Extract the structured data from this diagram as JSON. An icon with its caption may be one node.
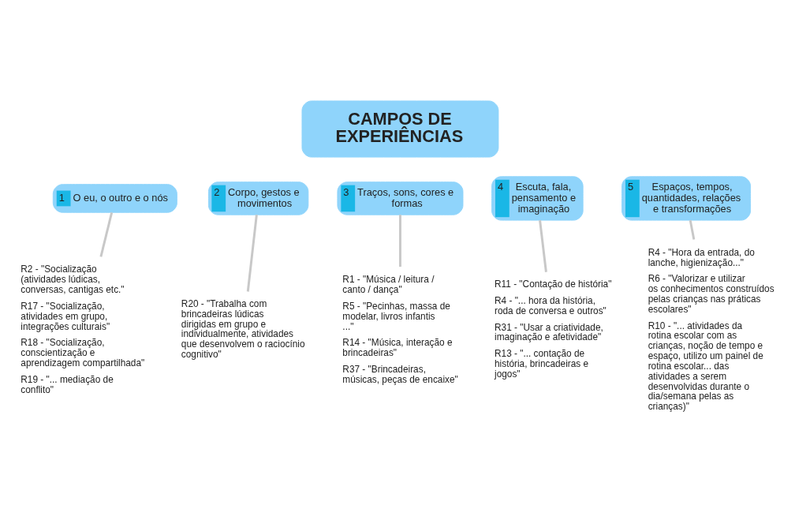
{
  "diagram": {
    "nodes": [
      {
        "text": [
          "CAMPOS DE EXPERIÊNCIAS"
        ]
      },
      {
        "text": [
          "1",
          "O eu, o outro e o nós"
        ]
      },
      {
        "text": [
          "2",
          "Corpo, gestos e movimentos"
        ]
      },
      {
        "text": [
          "3",
          "Traços, sons, cores e formas"
        ]
      },
      {
        "text": [
          "4",
          "Escuta, fala, pensamento e imaginação"
        ]
      },
      {
        "text": [
          "5",
          "Espaços, tempos, quantidades, relações e transformações"
        ]
      },
      {
        "text": [
          "R2 - \"Socialização (atividades lúdicas, conversas, cantigas etc.\"",
          "R17 - \"Socialização, atividades em grupo, integrações culturais\"",
          "R18 - \"Socialização, conscientização e aprendizagem compartilhada\"",
          "R19 - \"... mediação de conflito\""
        ]
      },
      {
        "text": [
          "R20 - \"Trabalha com brincadeiras lúdicas dirigidas em grupo e individualmente, atividades que desenvolvem o raciocínio cognitivo\""
        ]
      },
      {
        "text": [
          "R1 - \"Música / leitura / canto / dança\"",
          "R5 - \"Pecinhas, massa de modelar, livros infantis ...\"",
          "R14 - \"Música, interação e brincadeiras\"",
          "R37 - \"Brincadeiras, músicas, peças de encaixe\""
        ]
      },
      {
        "text": [
          "R11 - \"Contação de história\"",
          "R4 - \"... hora da história, roda de conversa e outros\"",
          "R31 - \"Usar a criatividade, imaginação e afetividade\"",
          "R13 - \"... contação de história, brincadeiras e jogos\""
        ]
      },
      {
        "text": [
          "R4 - \"Hora da entrada, do lanche, higienização...\"",
          "R6 - \"Valorizar e utilizar os conhecimentos construídos pelas crianças nas práticas escolares\"",
          "R10 - \"... atividades da rotina escolar com as crianças, noção de tempo e espaço, utilizo um painel de rotina escolar... das atividades a serem desenvolvidas durante o dia/semana pelas as crianças)\""
        ]
      }
    ],
    "edges": [
      {
        "from": 1,
        "to": 6,
        "arrow": "none"
      },
      {
        "from": 2,
        "to": 7,
        "arrow": "none"
      },
      {
        "from": 3,
        "to": 8,
        "arrow": "none"
      },
      {
        "from": 4,
        "to": 9,
        "arrow": "none"
      },
      {
        "from": 5,
        "to": 10,
        "arrow": "none"
      }
    ]
  }
}
